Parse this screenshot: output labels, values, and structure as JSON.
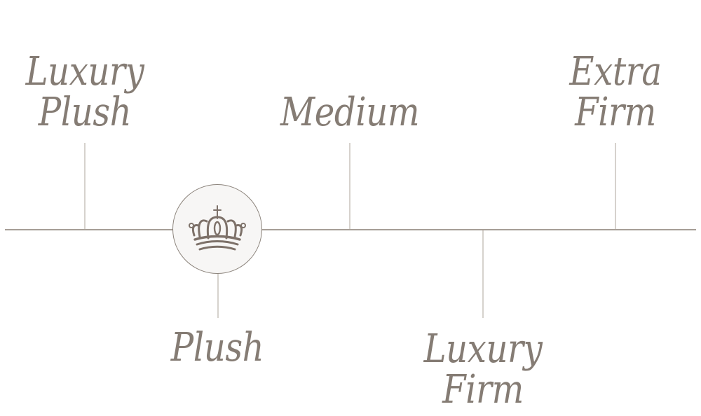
{
  "colors": {
    "text": "#857c74",
    "line": "#a69e96",
    "tick": "#d6d2cd",
    "crown": "#7d7169"
  },
  "icons": {
    "badge": "crown-icon"
  },
  "levels": [
    {
      "lines": [
        "Luxury",
        "Plush"
      ]
    },
    {
      "lines": [
        "Plush"
      ]
    },
    {
      "lines": [
        "Medium"
      ]
    },
    {
      "lines": [
        "Luxury",
        "Firm"
      ]
    },
    {
      "lines": [
        "Extra",
        "Firm"
      ]
    }
  ]
}
